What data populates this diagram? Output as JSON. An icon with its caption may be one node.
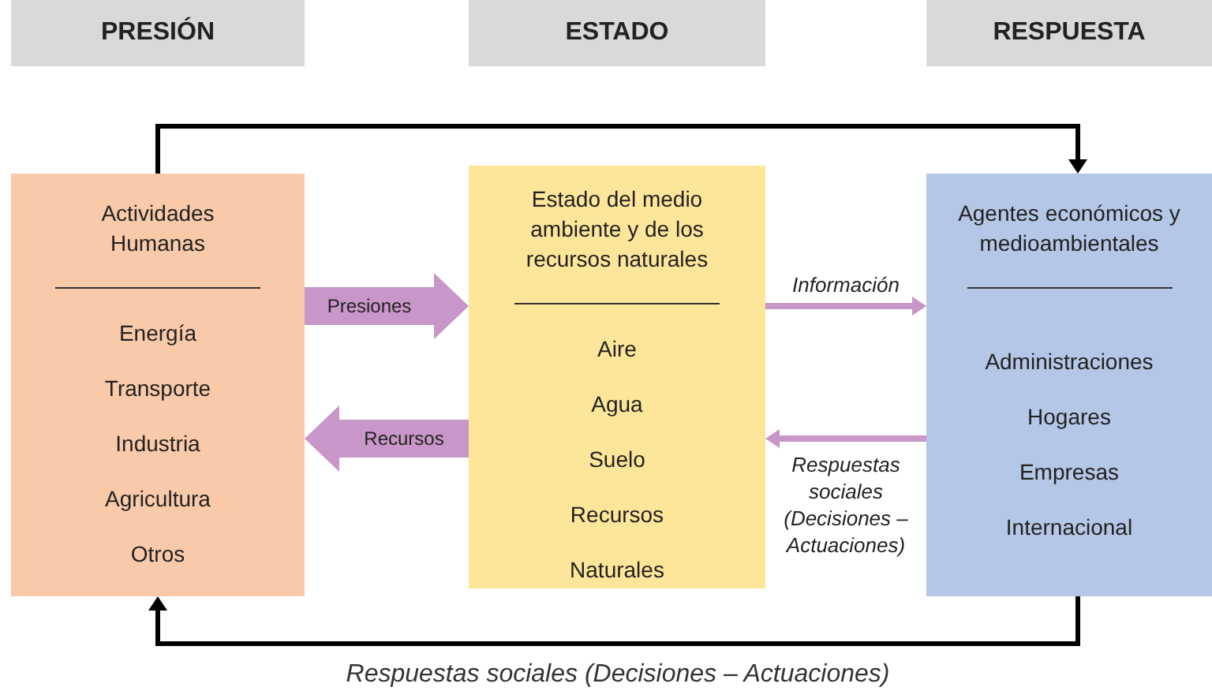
{
  "diagram": {
    "nodes": [
      {
        "text": [
          "PRESIÓN"
        ]
      },
      {
        "text": [
          "ESTADO"
        ]
      },
      {
        "text": [
          "RESPUESTA"
        ]
      },
      {
        "text": [
          "Actividades Humanas",
          "Energía",
          "Transporte",
          "Industria",
          "Agricultura",
          "Otros"
        ]
      },
      {
        "text": [
          "Estado del medio ambiente y de los recursos naturales",
          "Aire",
          "Agua",
          "Suelo",
          "Recursos",
          "Naturales"
        ]
      },
      {
        "text": [
          "Agentes económicos y medioambientales",
          "Administraciones",
          "Hogares",
          "Empresas",
          "Internacional"
        ]
      }
    ],
    "edges": [
      {
        "from": 3,
        "to": 4,
        "arrow": "to",
        "label": "Presiones",
        "style": "thick",
        "color": "#c896c8"
      },
      {
        "from": 4,
        "to": 3,
        "arrow": "to",
        "label": "Recursos",
        "style": "thick",
        "color": "#c896c8"
      },
      {
        "from": 4,
        "to": 5,
        "arrow": "to",
        "label": "Información",
        "color": "#c896c8"
      },
      {
        "from": 5,
        "to": 4,
        "arrow": "to",
        "label": "Respuestas sociales (Decisiones – Actuaciones)",
        "color": "#c896c8"
      },
      {
        "from": 3,
        "to": 5,
        "arrow": "to",
        "color": "#000000"
      },
      {
        "from": 5,
        "to": 3,
        "arrow": "to",
        "label": "Respuestas sociales (Decisiones – Actuaciones)",
        "color": "#000000"
      }
    ]
  }
}
